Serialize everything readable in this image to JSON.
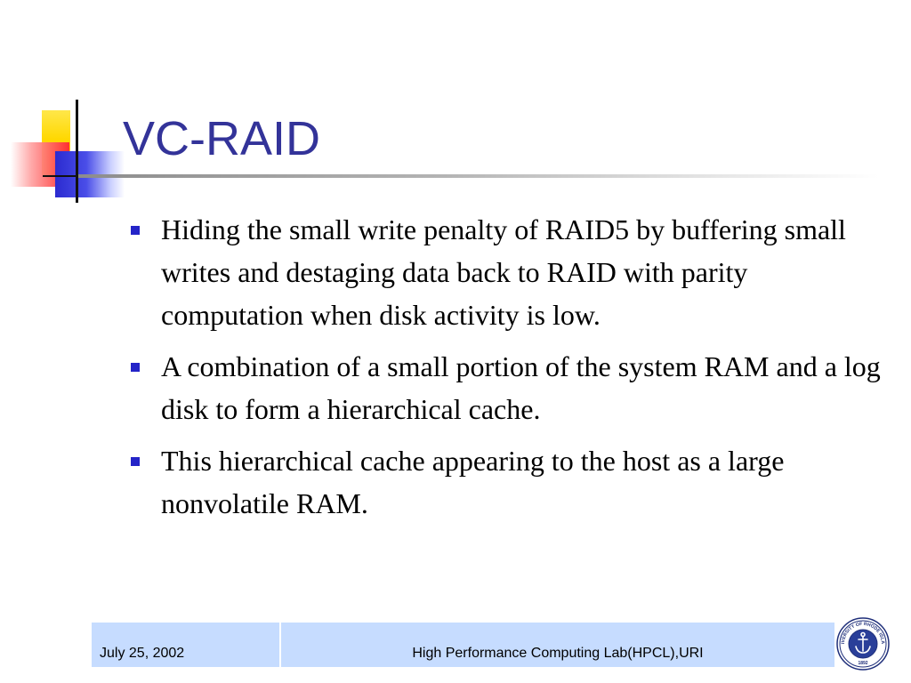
{
  "slide": {
    "title": "VC-RAID",
    "bullets": [
      "Hiding the small write penalty of RAID5 by buffering small writes and destaging data back to RAID with parity computation when disk activity is low.",
      "A combination of a small portion of the system RAM and a log disk to form a hierarchical cache.",
      "This hierarchical cache appearing to the host as a large nonvolatile RAM."
    ]
  },
  "footer": {
    "date": "July 25, 2002",
    "center_text": "High Performance Computing Lab(HPCL),URI"
  },
  "seal": {
    "icon": "university-seal-icon",
    "text": "UNIVERSITY OF RHODE ISLAND",
    "year": "1892"
  },
  "colors": {
    "title": "#333399",
    "bullet_marker": "#2424c8",
    "footer_bar": "#c6dcff",
    "deco_yellow": "#ffd800",
    "deco_red": "#ff3030",
    "deco_blue": "#2b2bd0"
  }
}
